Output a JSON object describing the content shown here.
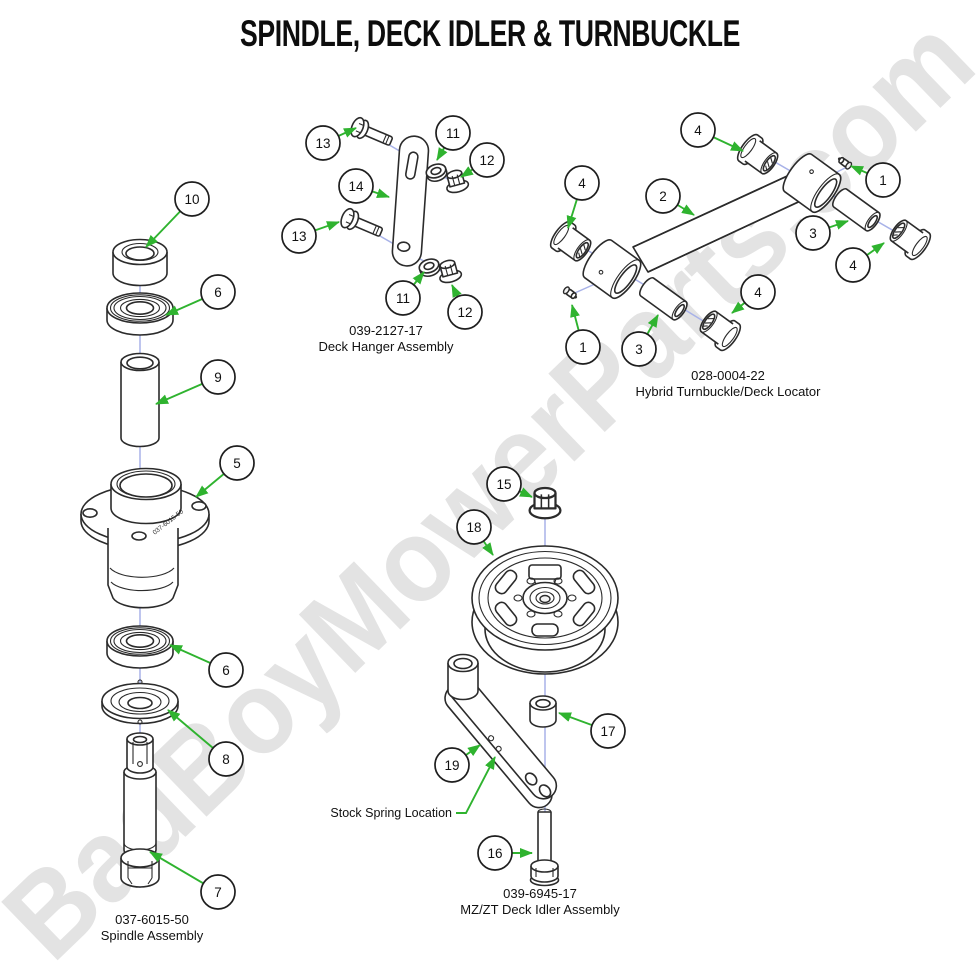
{
  "title": "SPINDLE, DECK IDLER & TURNBUCKLE",
  "watermark": "BadBoyMowerParts.com",
  "colors": {
    "arrow_green": "#2fb32f",
    "axis_blue": "#a8b2e8",
    "line_ink": "#2b2b2b",
    "watermark_gray": "#e3e3e3"
  },
  "assemblies": {
    "spindle": {
      "part_number": "037-6015-50",
      "name": "Spindle Assembly",
      "flange_stamp": "037-6015-50",
      "callouts": [
        "10",
        "6",
        "9",
        "5",
        "6",
        "8",
        "7"
      ]
    },
    "deck_hanger": {
      "part_number": "039-2127-17",
      "name": "Deck Hanger Assembly",
      "callouts": [
        "13",
        "11",
        "12",
        "14",
        "13",
        "11",
        "12"
      ]
    },
    "turnbuckle": {
      "part_number": "028-0004-22",
      "name": "Hybrid Turnbuckle/Deck Locator",
      "callouts": [
        "4",
        "2",
        "1",
        "4",
        "3",
        "4",
        "4",
        "1",
        "3"
      ]
    },
    "deck_idler": {
      "part_number": "039-6945-17",
      "name": "MZ/ZT Deck Idler Assembly",
      "annotation": "Stock Spring Location",
      "callouts": [
        "15",
        "18",
        "17",
        "19",
        "16"
      ]
    }
  }
}
